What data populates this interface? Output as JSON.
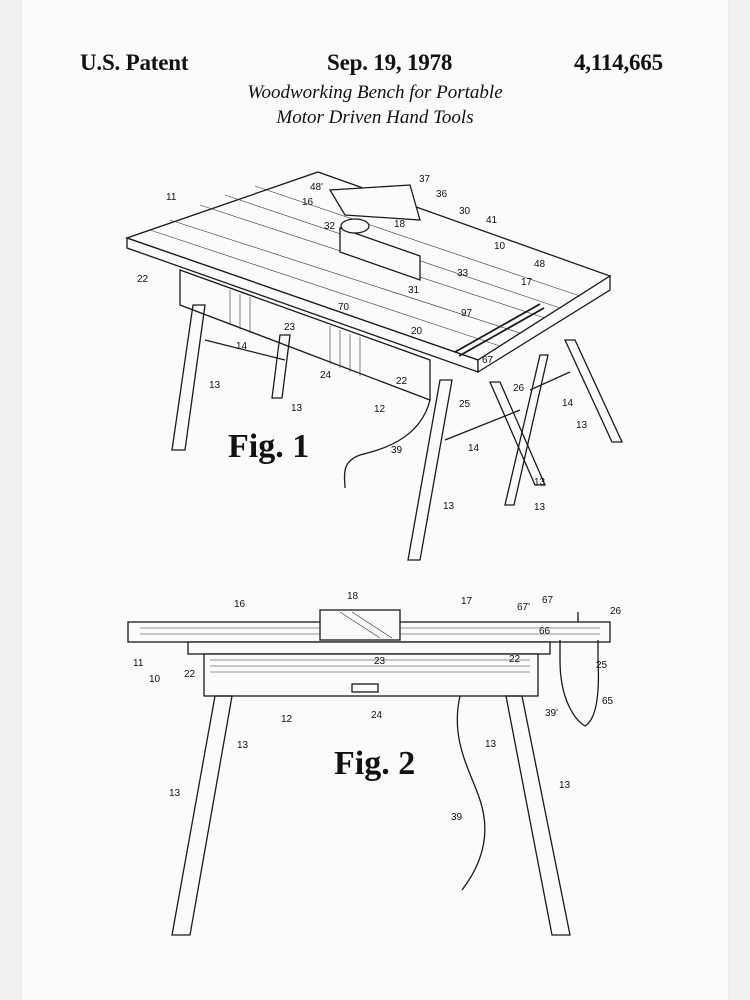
{
  "header": {
    "left": "U.S. Patent",
    "date": "Sep. 19, 1978",
    "number": "4,114,665"
  },
  "title": {
    "line1": "Woodworking  Bench for Portable",
    "line2": "Motor Driven Hand Tools"
  },
  "fig1": {
    "label": "Fig. 1",
    "callouts": [
      "11",
      "16",
      "48'",
      "37",
      "36",
      "18",
      "32",
      "30",
      "41",
      "10",
      "33",
      "48",
      "17",
      "22",
      "31",
      "70",
      "97",
      "20",
      "67",
      "23",
      "14",
      "24",
      "22",
      "26",
      "25",
      "13",
      "13",
      "12",
      "14",
      "39",
      "13",
      "14",
      "13",
      "13",
      "13"
    ]
  },
  "fig2": {
    "label": "Fig. 2",
    "callouts": [
      "16",
      "18",
      "17",
      "67'",
      "67",
      "26",
      "66",
      "11",
      "10",
      "22",
      "23",
      "22",
      "12",
      "24",
      "39'",
      "25",
      "65",
      "13",
      "13",
      "13",
      "13",
      "39"
    ]
  }
}
